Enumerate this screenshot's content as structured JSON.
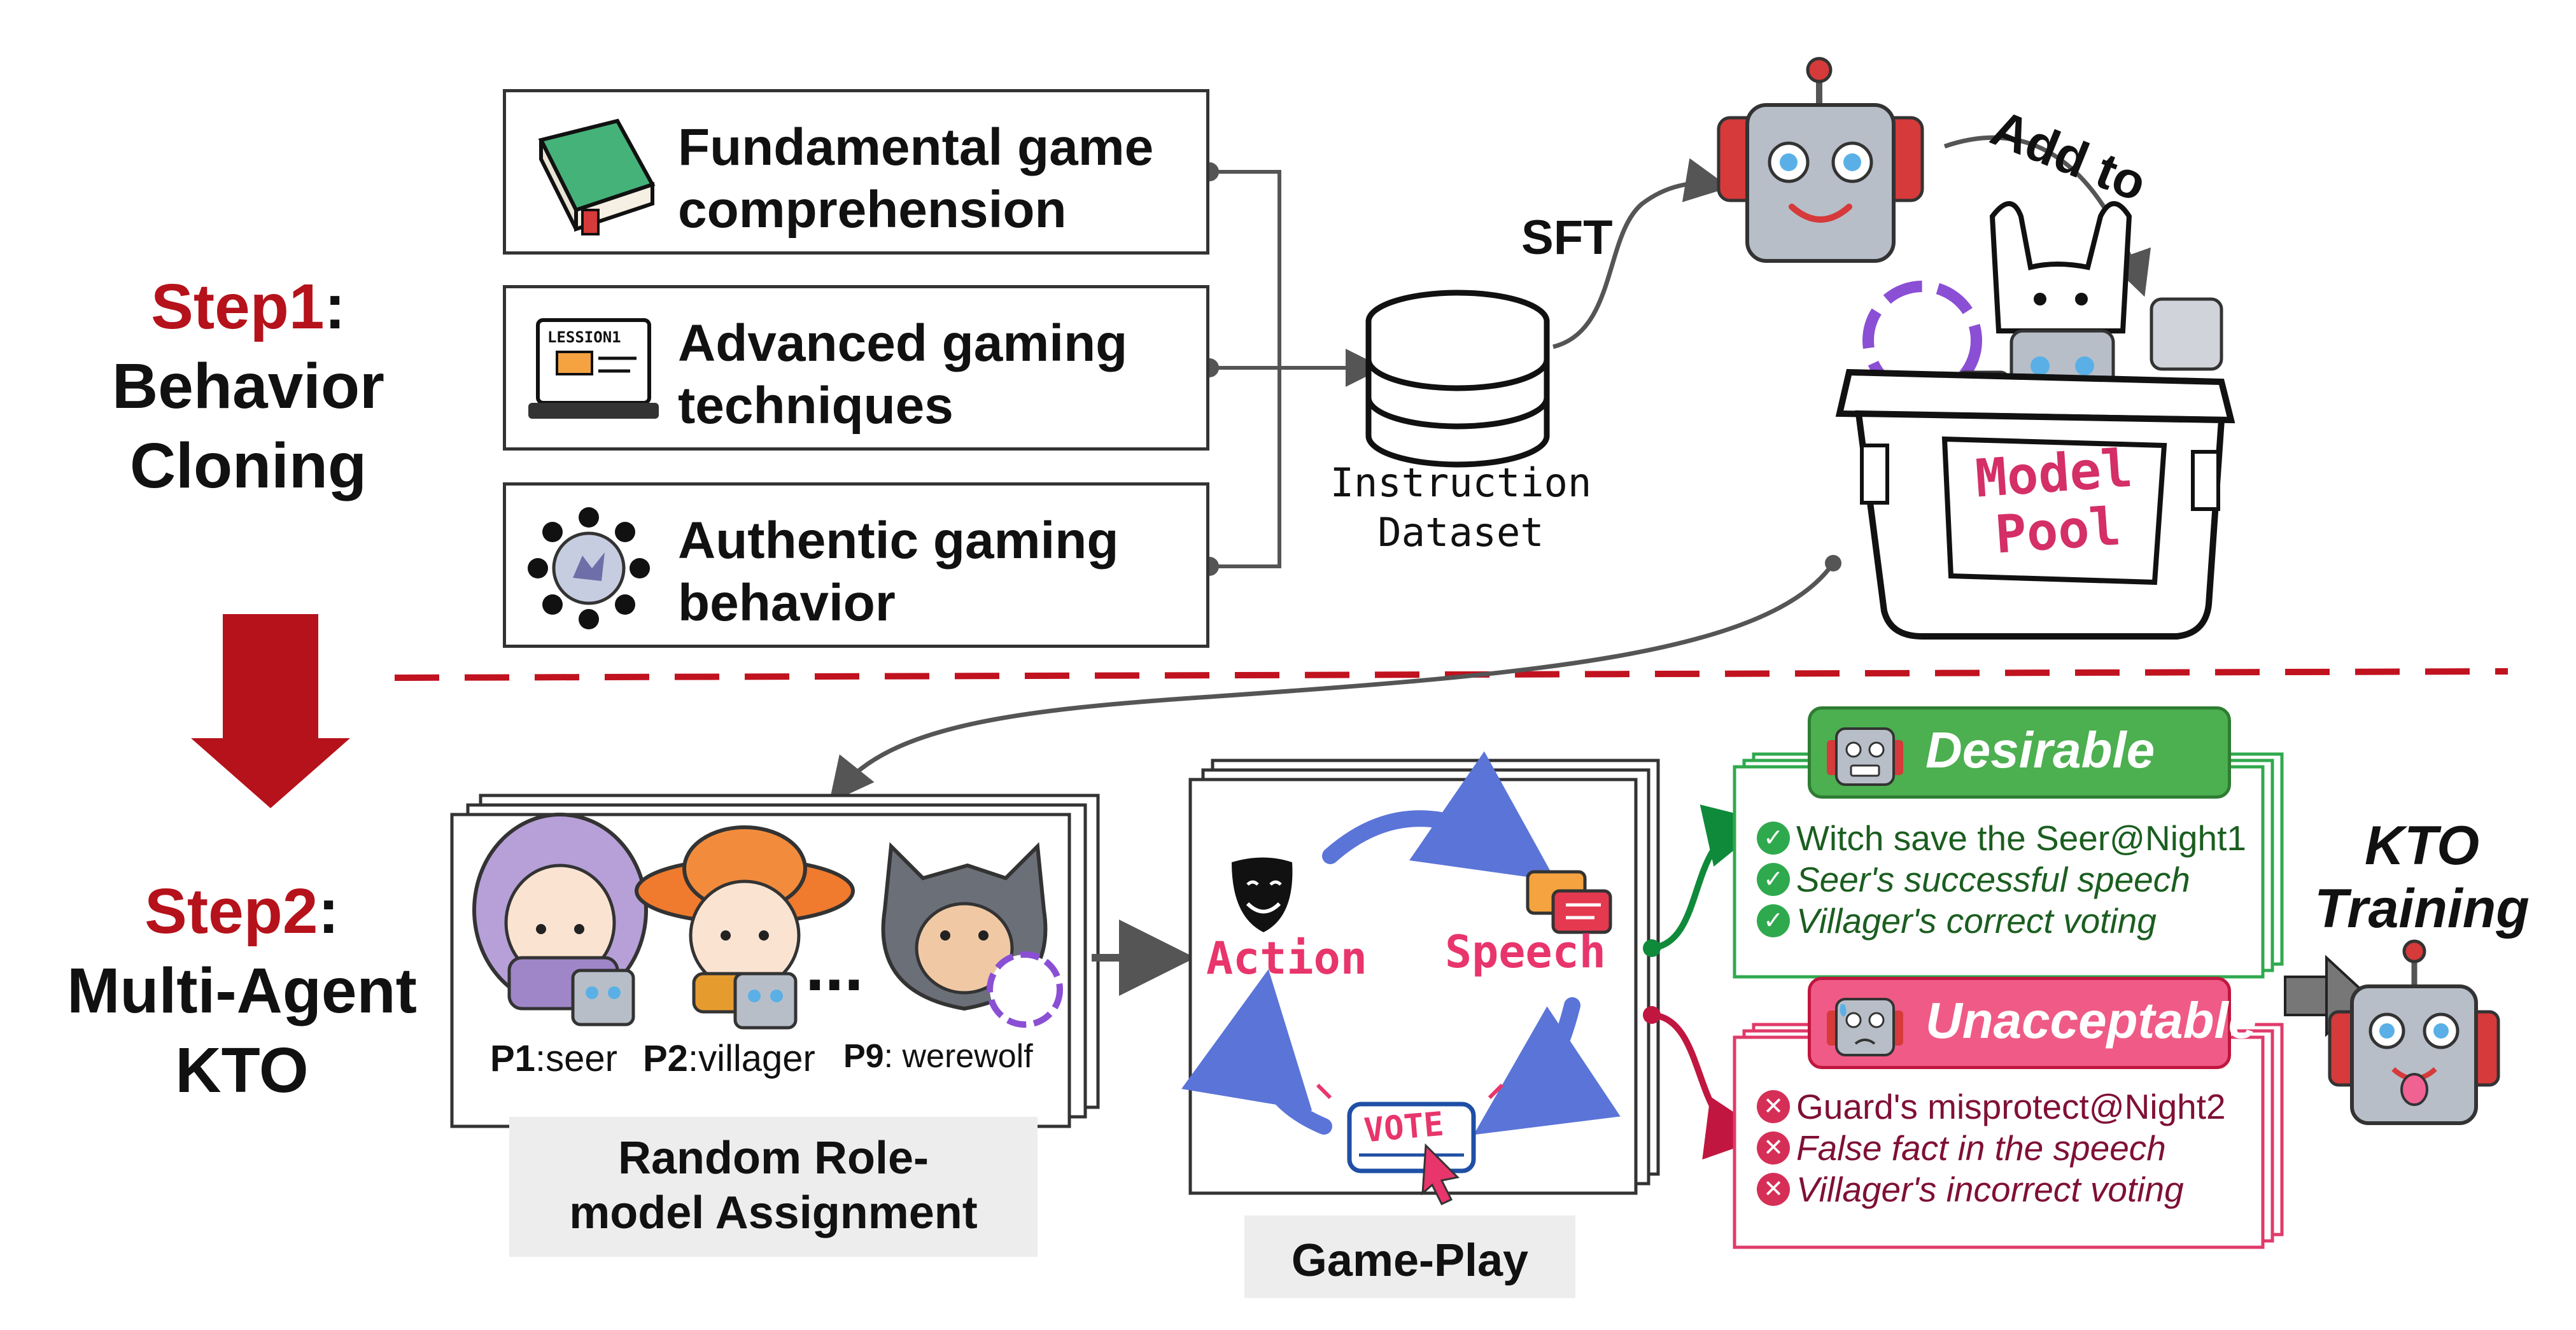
{
  "step1": {
    "prefix": "Step1",
    "suffix": ":",
    "line2": "Behavior",
    "line3": "Cloning"
  },
  "step2": {
    "prefix": "Step2",
    "suffix": ":",
    "line2": "Multi-Agent",
    "line3": "KTO"
  },
  "sources": [
    {
      "line1": "Fundamental game",
      "line2": "comprehension",
      "icon": "book-icon"
    },
    {
      "line1": "Advanced gaming",
      "line2": "techniques",
      "icon": "laptop-lesson-icon",
      "icon_text": "LESSION1"
    },
    {
      "line1": "Authentic gaming",
      "line2": "behavior",
      "icon": "werewolf-table-icon"
    }
  ],
  "dataset": {
    "line1": "Instruction",
    "line2": "Dataset"
  },
  "sft_label": "SFT",
  "add_to_label": "Add to",
  "model_pool": {
    "line1": "Model",
    "line2": "Pool"
  },
  "roles": {
    "players": [
      {
        "id": "P1",
        "role": ":seer"
      },
      {
        "id": "P2",
        "role": ":villager"
      },
      {
        "id": "P9",
        "role": ": werewolf"
      }
    ],
    "ellipsis": "...",
    "caption_line1": "Random Role-",
    "caption_line2": "model Assignment"
  },
  "gameplay": {
    "action": "Action",
    "speech": "Speech",
    "vote": "VOTE",
    "caption": "Game-Play"
  },
  "desirable": {
    "title": "Desirable",
    "color": "#4caf50",
    "items": [
      "Witch save the Seer@Night1",
      "Seer's successful speech",
      "Villager's correct voting"
    ]
  },
  "unacceptable": {
    "title": "Unacceptable",
    "color": "#ef5b86",
    "items": [
      "Guard's misprotect@Night2",
      "False fact in the speech",
      "Villager's incorrect voting"
    ]
  },
  "kto": {
    "line1": "KTO",
    "line2": "Training"
  }
}
